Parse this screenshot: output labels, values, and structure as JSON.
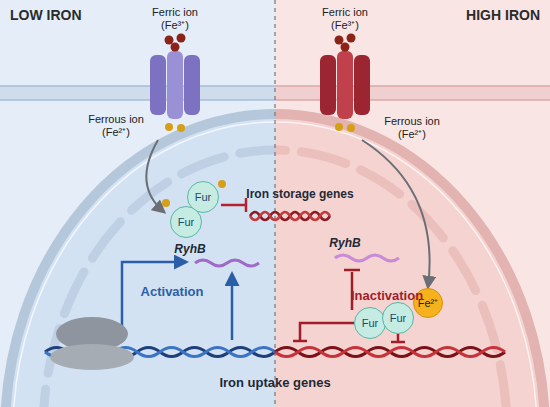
{
  "diagram": {
    "nodes": [
      {
        "text": [
          "LOW IRON"
        ]
      },
      {
        "text": [
          "Fur"
        ],
        "in": 0
      },
      {
        "text": [
          "Fur"
        ],
        "in": 0
      },
      {
        "text": [
          "HIGH IRON"
        ]
      },
      {
        "text": [
          "Fur"
        ],
        "in": 3
      },
      {
        "text": [
          "Fur"
        ],
        "in": 3
      },
      {
        "text": [
          "Fe²⁺"
        ],
        "in": 3
      }
    ],
    "labels": [
      "Ferric ion (Fe³⁺)",
      "Ferric ion (Fe³⁺)",
      "Ferrous ion (Fe²⁺)",
      "Ferrous ion (Fe²⁺)",
      "Iron storage genes",
      "RyhB",
      "RyhB",
      "Activation",
      "Inactivation",
      "Iron uptake genes"
    ]
  }
}
